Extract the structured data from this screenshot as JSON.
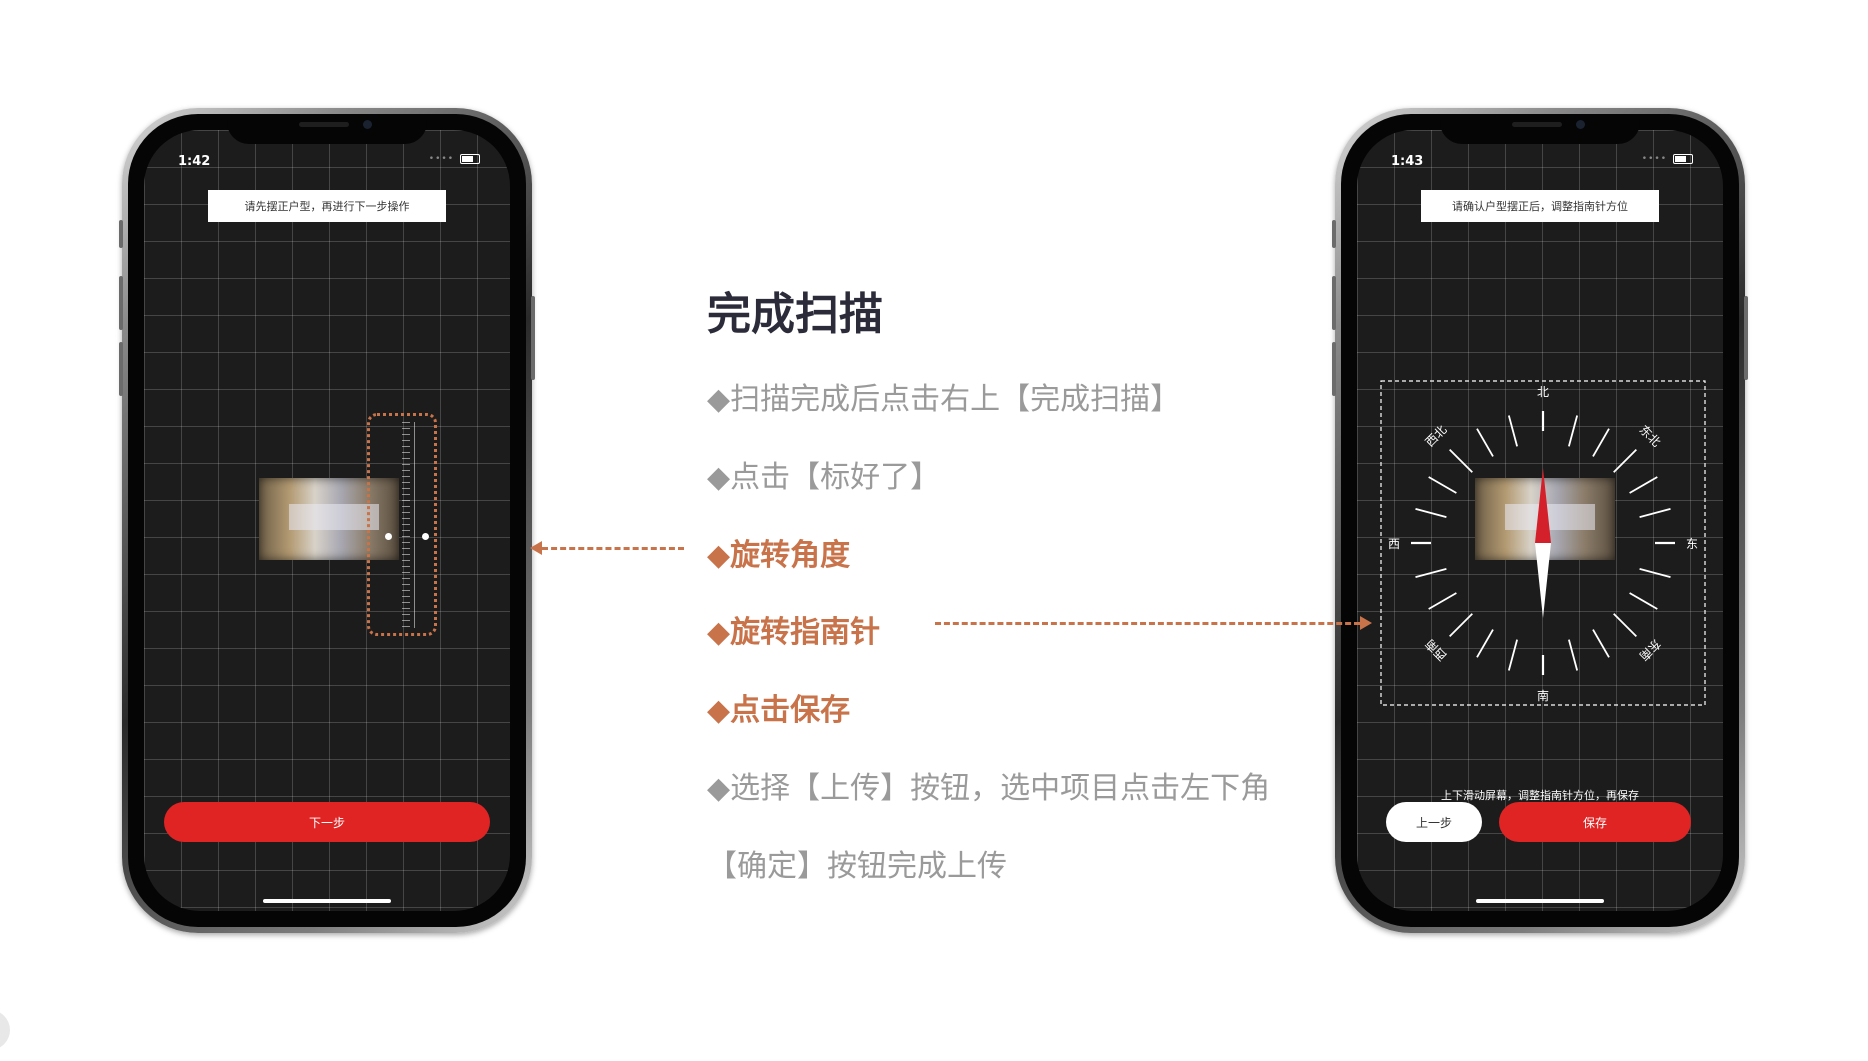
{
  "left_phone": {
    "time": "1:42",
    "tip": "请先摆正户型，再进行下一步操作",
    "next_button": "下一步"
  },
  "right_phone": {
    "time": "1:43",
    "tip": "请确认户型摆正后，调整指南针方位",
    "compass": {
      "north": "北",
      "south": "南",
      "east": "东",
      "west": "西",
      "northeast": "东北",
      "northwest": "西北",
      "southeast": "东南",
      "southwest": "西南"
    },
    "hint": "上下滑动屏幕，调整指南针方位，再保存",
    "prev_button": "上一步",
    "save_button": "保存"
  },
  "instructions": {
    "title": "完成扫描",
    "steps": [
      "◆扫描完成后点击右上【完成扫描】",
      "◆点击【标好了】",
      "◆旋转角度",
      "◆旋转指南针",
      "◆点击保存",
      "◆选择【上传】按钮，选中项目点击左下角",
      "【确定】按钮完成上传"
    ]
  },
  "colors": {
    "accent_orange": "#c8734a",
    "button_red": "#e02424",
    "title_dark": "#2b2b3a",
    "text_gray": "#9a9a9a"
  }
}
